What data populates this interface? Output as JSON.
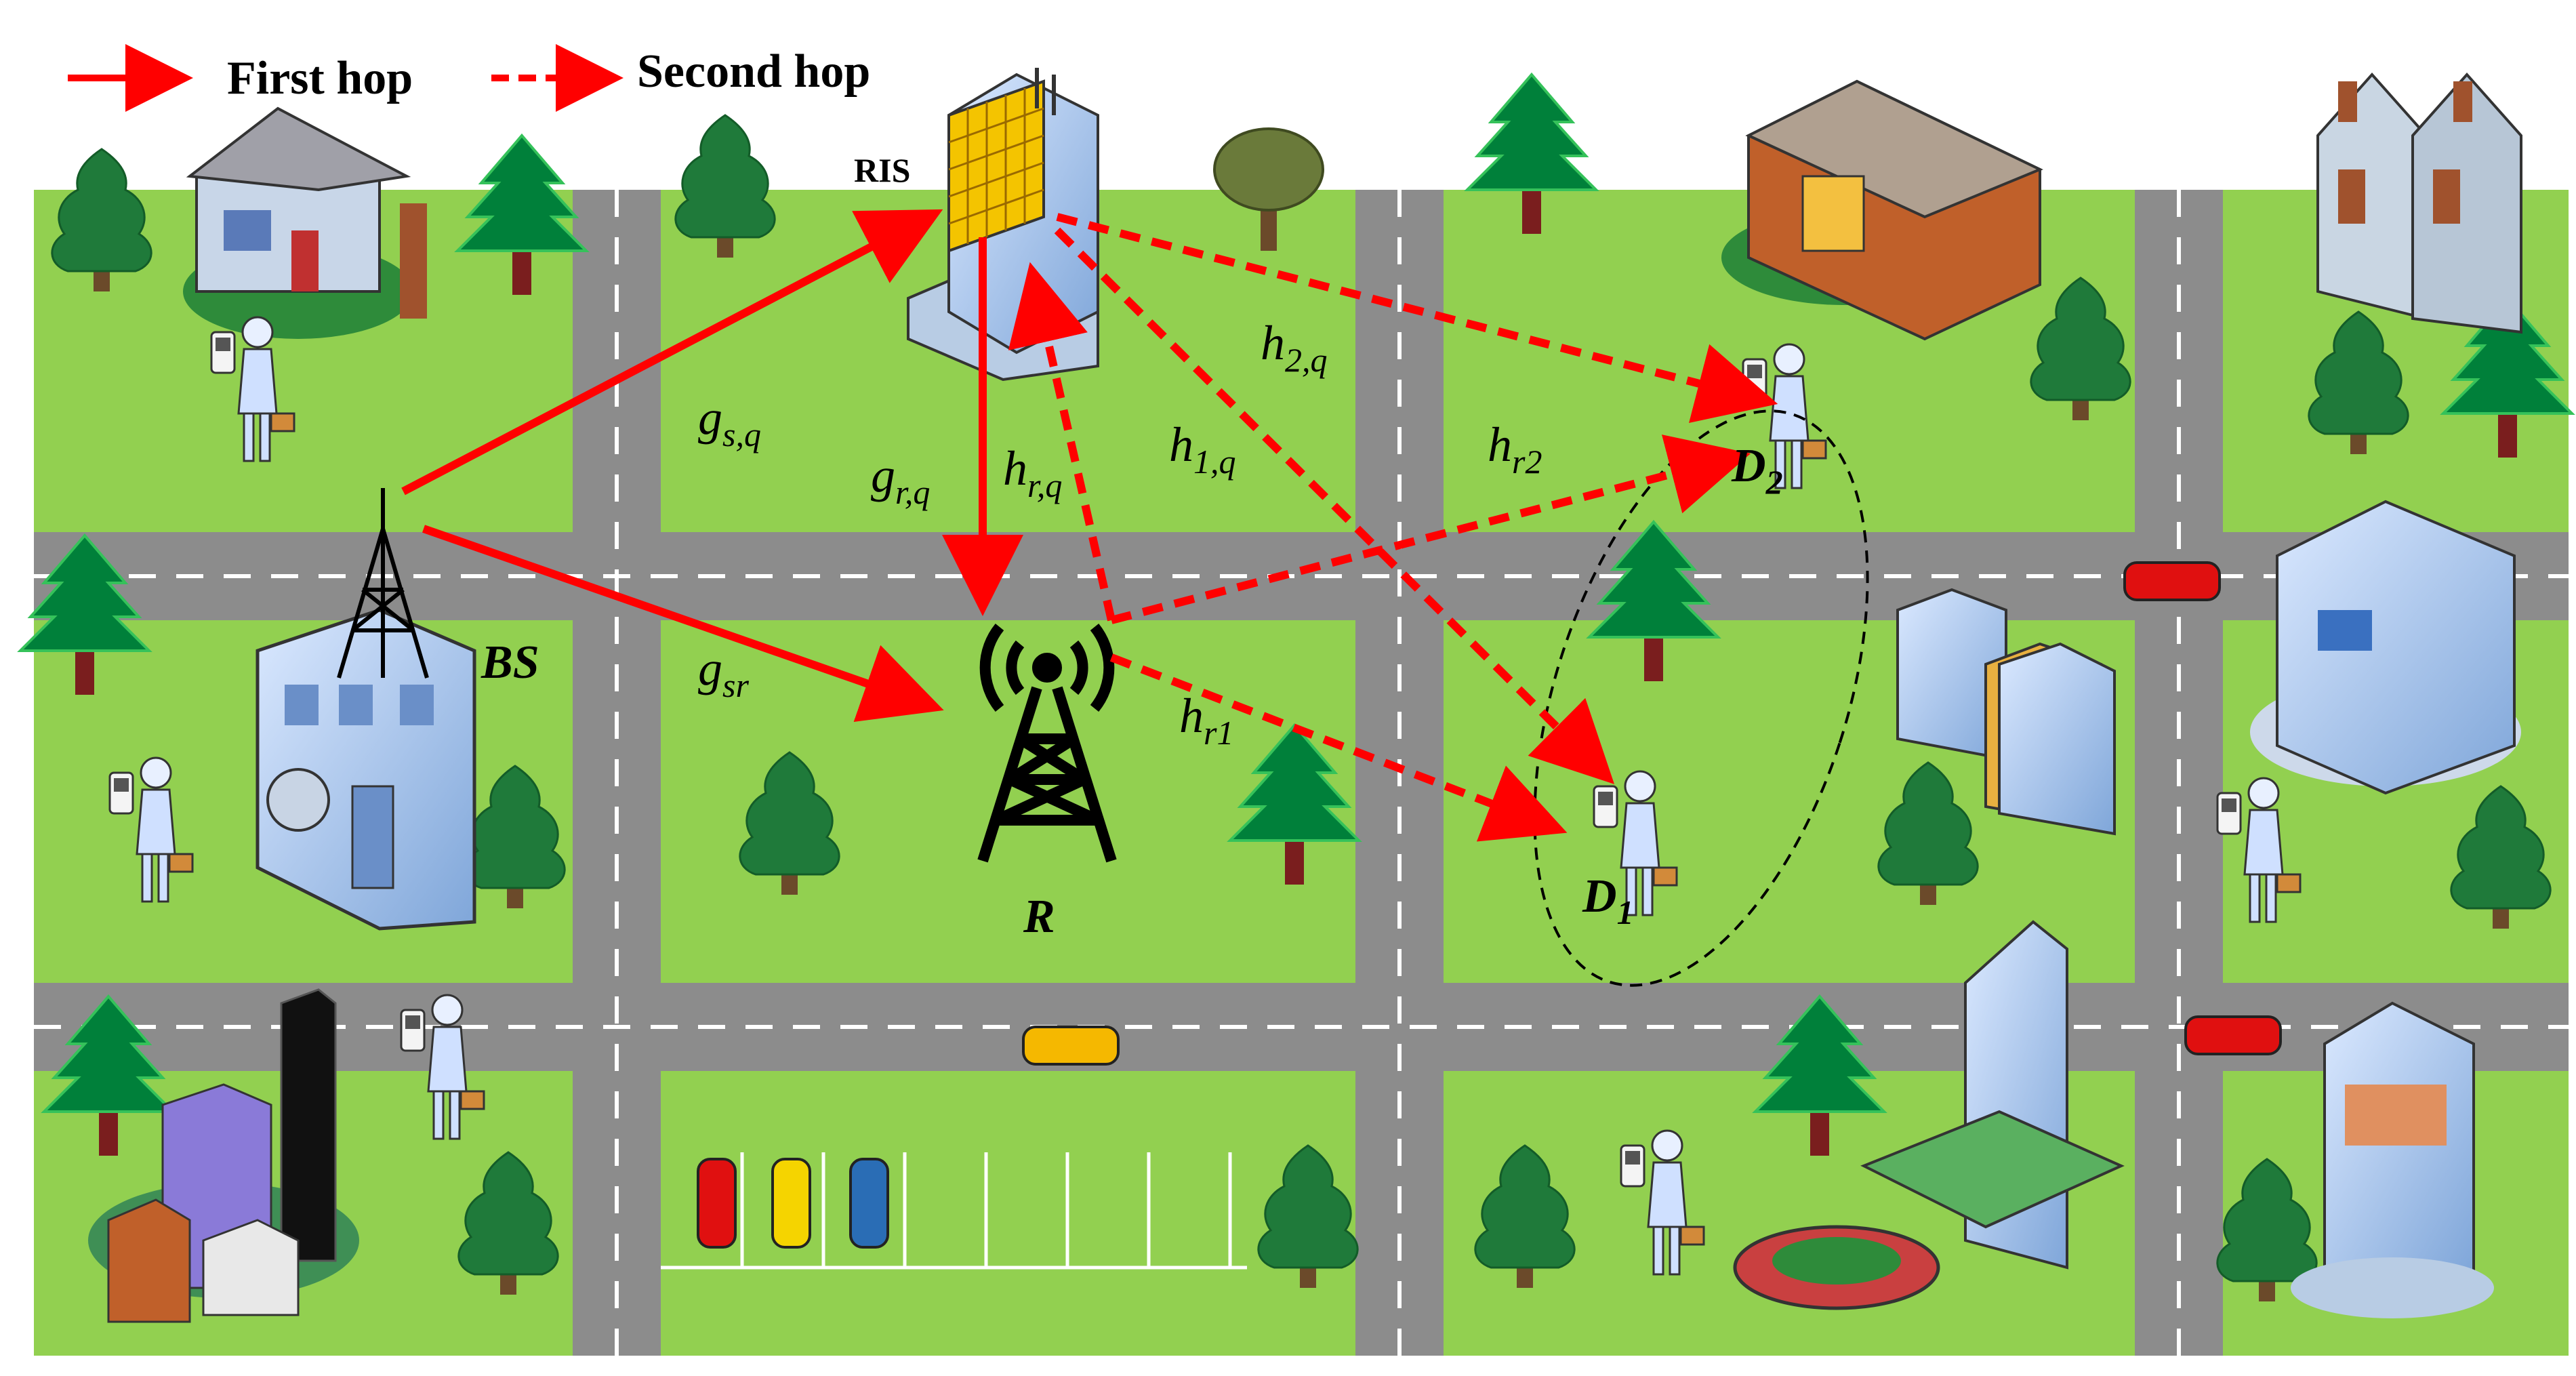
{
  "legend": {
    "first_hop": "First hop",
    "second_hop": "Second hop"
  },
  "nodes": {
    "ris": "RIS",
    "bs": "BS",
    "relay": "R",
    "d1": {
      "base": "D",
      "sub": "1"
    },
    "d2": {
      "base": "D",
      "sub": "2"
    }
  },
  "channels": {
    "g_sq": {
      "base": "g",
      "sub": "s,q"
    },
    "g_rq": {
      "base": "g",
      "sub": "r,q"
    },
    "g_sr": {
      "base": "g",
      "sub": "sr"
    },
    "h_rq": {
      "base": "h",
      "sub": "r,q"
    },
    "h_1q": {
      "base": "h",
      "sub": "1,q"
    },
    "h_2q": {
      "base": "h",
      "sub": "2,q"
    },
    "h_r2": {
      "base": "h",
      "sub": "r2"
    },
    "h_r1": {
      "base": "h",
      "sub": "r1"
    }
  },
  "colors": {
    "grass": "#92d050",
    "road": "#8c8c8c",
    "link": "#ff0000",
    "tree": "#007a33",
    "trunk": "#7a1e1e"
  }
}
